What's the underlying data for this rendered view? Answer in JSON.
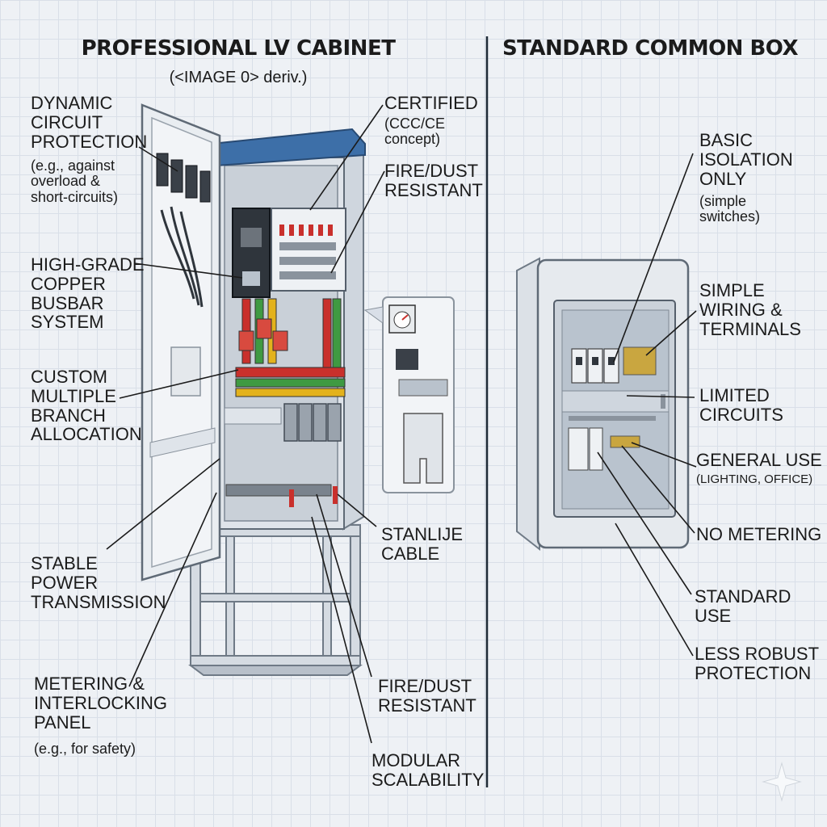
{
  "left_panel": {
    "title": "PROFESSIONAL LV CABINET",
    "subtitle": "(<IMAGE 0> deriv.)",
    "labels": {
      "dynamic_main": "DYNAMIC\nCIRCUIT\nPROTECTION",
      "dynamic_note": "(e.g., against\noverload &\nshort-circuits)",
      "copper": "HIGH-GRADE\nCOPPER\nBUSBAR\nSYSTEM",
      "custom": "CUSTOM\nMULTIPLE\nBRANCH\nALLOCATION",
      "stable": "STABLE\nPOWER\nTRANSMISSION",
      "metering_main": "METERING &\nINTERLOCKING\nPANEL",
      "metering_note": "(e.g., for safety)",
      "certified_main": "CERTIFIED",
      "certified_note": "(CCC/CE\nconcept)",
      "fire_top": "FIRE/DUST\nRESISTANT",
      "stanlije": "STANLIJE\nCABLE",
      "fire_bottom": "FIRE/DUST\nRESISTANT",
      "modular": "MODULAR\nSCALABILITY"
    }
  },
  "right_panel": {
    "title": "STANDARD COMMON BOX",
    "labels": {
      "basic_main": "BASIC\nISOLATION\nONLY",
      "basic_note": "(simple\nswitches)",
      "simple_wiring": "SIMPLE\nWIRING &\nTERMINALS",
      "limited": "LIMITED\nCIRCUITS",
      "general_main": "GENERAL USE",
      "general_note": "(LIGHTING, OFFICE)",
      "no_metering": "NO METERING",
      "standard_use": "STANDARD USE",
      "less_robust": "LESS ROBUST\nPROTECTION"
    }
  },
  "colors": {
    "accent_blue": "#3d6fa8",
    "busbar_red": "#c9302c",
    "busbar_green": "#3f9a42",
    "busbar_yellow": "#e3b21c",
    "frame_gray": "#b9c2cc"
  }
}
